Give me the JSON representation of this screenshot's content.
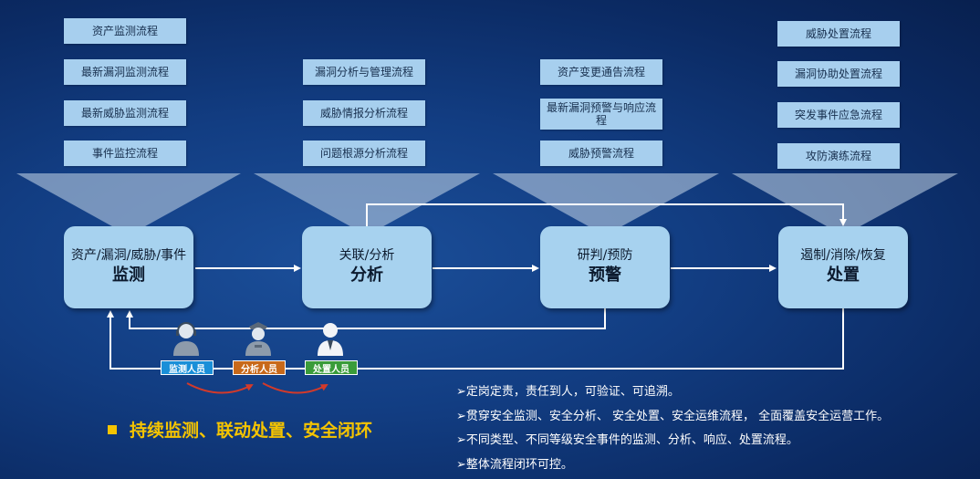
{
  "stages": [
    {
      "top": "资产/漏洞/威胁/事件",
      "main": "监测",
      "items": [
        "资产监测流程",
        "最新漏洞监测流程",
        "最新威胁监测流程",
        "事件监控流程"
      ]
    },
    {
      "top": "关联/分析",
      "main": "分析",
      "items": [
        "漏洞分析与管理流程",
        "威胁情报分析流程",
        "问题根源分析流程"
      ]
    },
    {
      "top": "研判/预防",
      "main": "预警",
      "items": [
        "资产变更通告流程",
        "最新漏洞预警与响应流程",
        "威胁预警流程"
      ]
    },
    {
      "top": "遏制/消除/恢复",
      "main": "处置",
      "items": [
        "威胁处置流程",
        "漏洞协助处置流程",
        "突发事件应急流程",
        "攻防演练流程"
      ]
    }
  ],
  "roles": [
    "监测人员",
    "分析人员",
    "处置人员"
  ],
  "colors": {
    "monitor_role": "#1a8fd8",
    "analyst_role": "#c8691a",
    "handler_role": "#3a9c3a"
  },
  "slogan": "持续监测、联动处置、安全闭环",
  "bullets": [
    "➢定岗定责，责任到人，可验证、可追溯。",
    "➢贯穿安全监测、安全分析、 安全处置、安全运维流程， 全面覆盖安全运营工作。",
    "➢不同类型、不同等级安全事件的监测、分析、响应、处置流程。",
    "➢整体流程闭环可控。"
  ]
}
